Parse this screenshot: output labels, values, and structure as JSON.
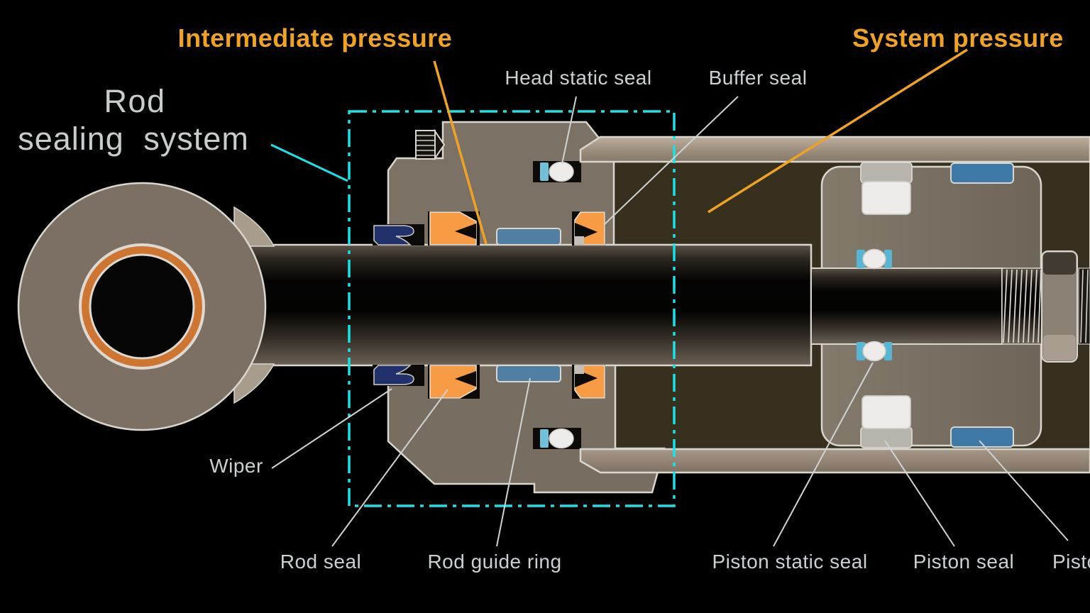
{
  "diagram_title": {
    "line1": "Rod",
    "line2": "sealing system"
  },
  "pressure_labels": {
    "intermediate": "Intermediate pressure",
    "system": "System pressure"
  },
  "component_labels": {
    "head_static_seal": "Head static seal",
    "buffer_seal": "Buffer seal",
    "wiper": "Wiper",
    "rod_seal": "Rod seal",
    "rod_guide_ring": "Rod guide ring",
    "piston_static_seal": "Piston static seal",
    "piston_seal": "Piston seal",
    "piston_guide_ring": "Piston guide ring"
  },
  "colors": {
    "background": "#000000",
    "highlight_box_cyan": "#1ae2e6",
    "annotation_orange": "#f0a225",
    "label_gray": "#cbd0d2",
    "leader_gray": "#cfd3d3",
    "metal_taupe": "#7b7265",
    "tube_beige": "#a29382",
    "fluid_olive": "#38301f",
    "seal_orange": "#f79b45",
    "wiper_navy": "#22316b",
    "guide_ring_blue": "#4478a3",
    "backup_ring_cyan": "#56b6d4",
    "seal_white": "#edecea",
    "seal_gray_cap": "#b7b4ae",
    "eye_bearing_orange": "#cd7531",
    "rod_dark": "#050404"
  }
}
